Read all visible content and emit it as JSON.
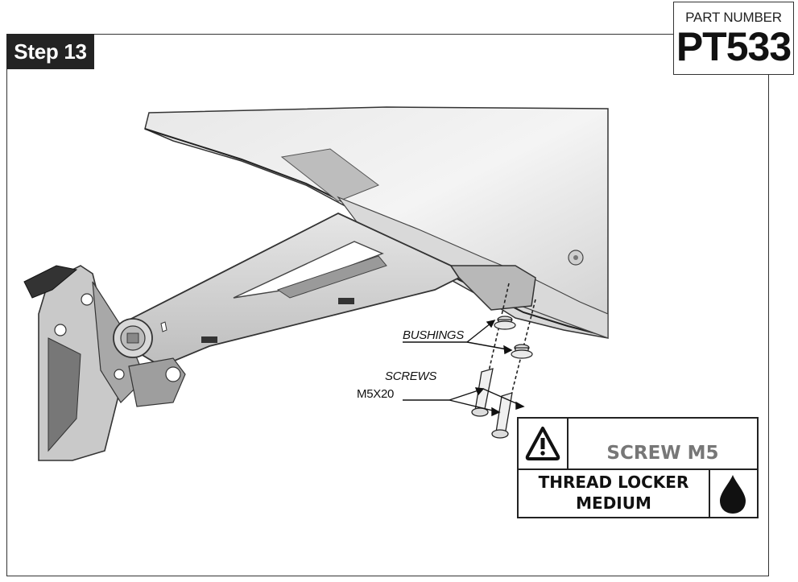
{
  "step": {
    "label": "Step 13"
  },
  "part": {
    "label": "PART NUMBER",
    "number": "PT533"
  },
  "callouts": {
    "bushings": "BUSHINGS",
    "screws": "SCREWS",
    "screw_size": "M5X20"
  },
  "warning": {
    "screw": "SCREW M5",
    "thread_locker_line1": "THREAD LOCKER",
    "thread_locker_line2": "MEDIUM"
  },
  "icons": [
    "warning-triangle-icon",
    "droplet-icon"
  ]
}
